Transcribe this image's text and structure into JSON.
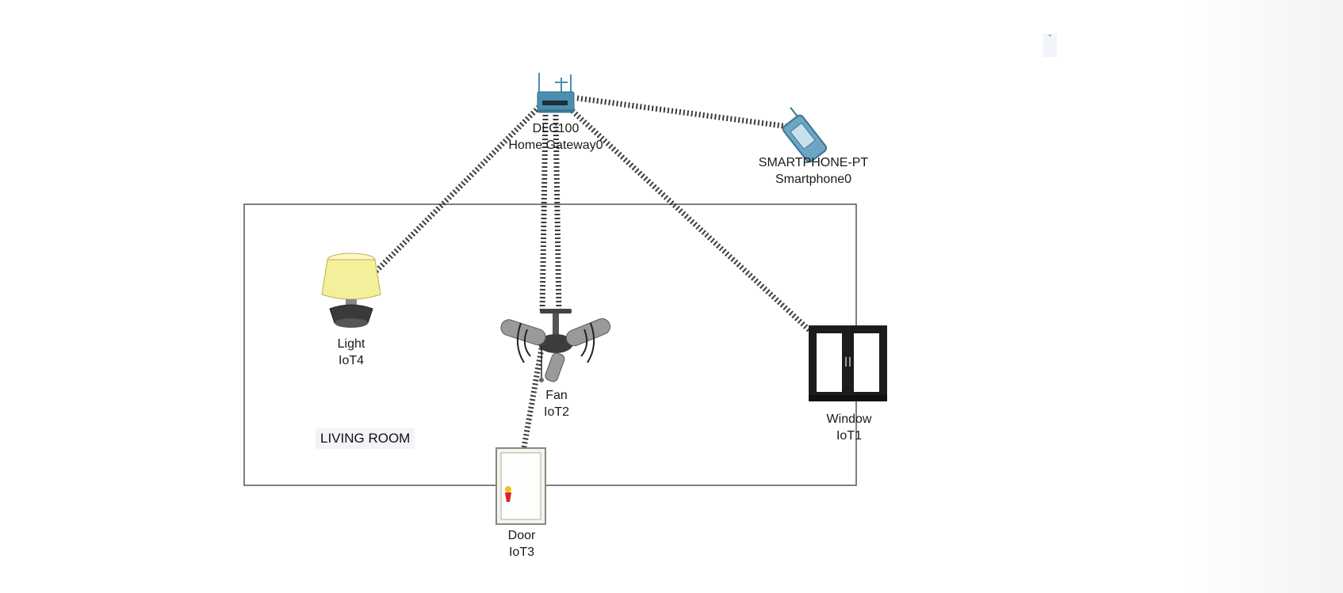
{
  "workspace": {
    "room_label": "LIVING ROOM",
    "corner_mark": "`"
  },
  "devices": {
    "gateway": {
      "model": "DLC100",
      "name": "Home Gateway0",
      "icon": "home-gateway-icon"
    },
    "smartphone": {
      "model": "SMARTPHONE-PT",
      "name": "Smartphone0",
      "icon": "smartphone-icon"
    },
    "light": {
      "model": "Light",
      "name": "IoT4",
      "icon": "lamp-icon"
    },
    "fan": {
      "model": "Fan",
      "name": "IoT2",
      "icon": "ceiling-fan-icon"
    },
    "window": {
      "model": "Window",
      "name": "IoT1",
      "icon": "window-icon"
    },
    "door": {
      "model": "Door",
      "name": "IoT3",
      "icon": "door-icon"
    }
  },
  "colors": {
    "link": "#3a3a3a",
    "room_border": "#555555",
    "gateway": "#4a8fb0",
    "lamp_shade": "#f3ef9a"
  }
}
